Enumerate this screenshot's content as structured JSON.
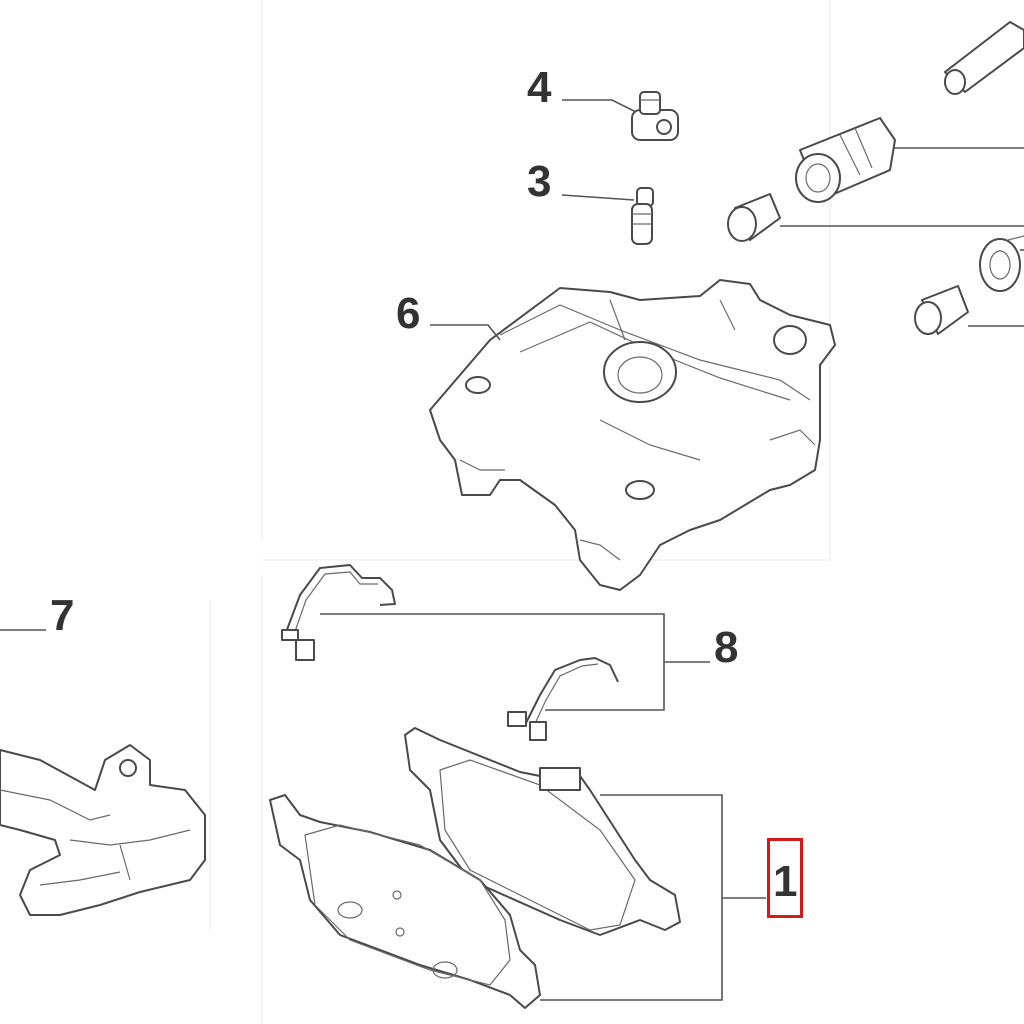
{
  "callouts": [
    {
      "id": "4",
      "text": "4"
    },
    {
      "id": "3",
      "text": "3"
    },
    {
      "id": "6",
      "text": "6"
    },
    {
      "id": "7",
      "text": "7"
    },
    {
      "id": "8",
      "text": "8"
    },
    {
      "id": "1",
      "text": "1"
    }
  ],
  "highlight": {
    "callout": "1",
    "color": "#d11a1a"
  },
  "colors": {
    "line": "#4a4a4a",
    "label": "#333333",
    "background": "#ffffff"
  }
}
